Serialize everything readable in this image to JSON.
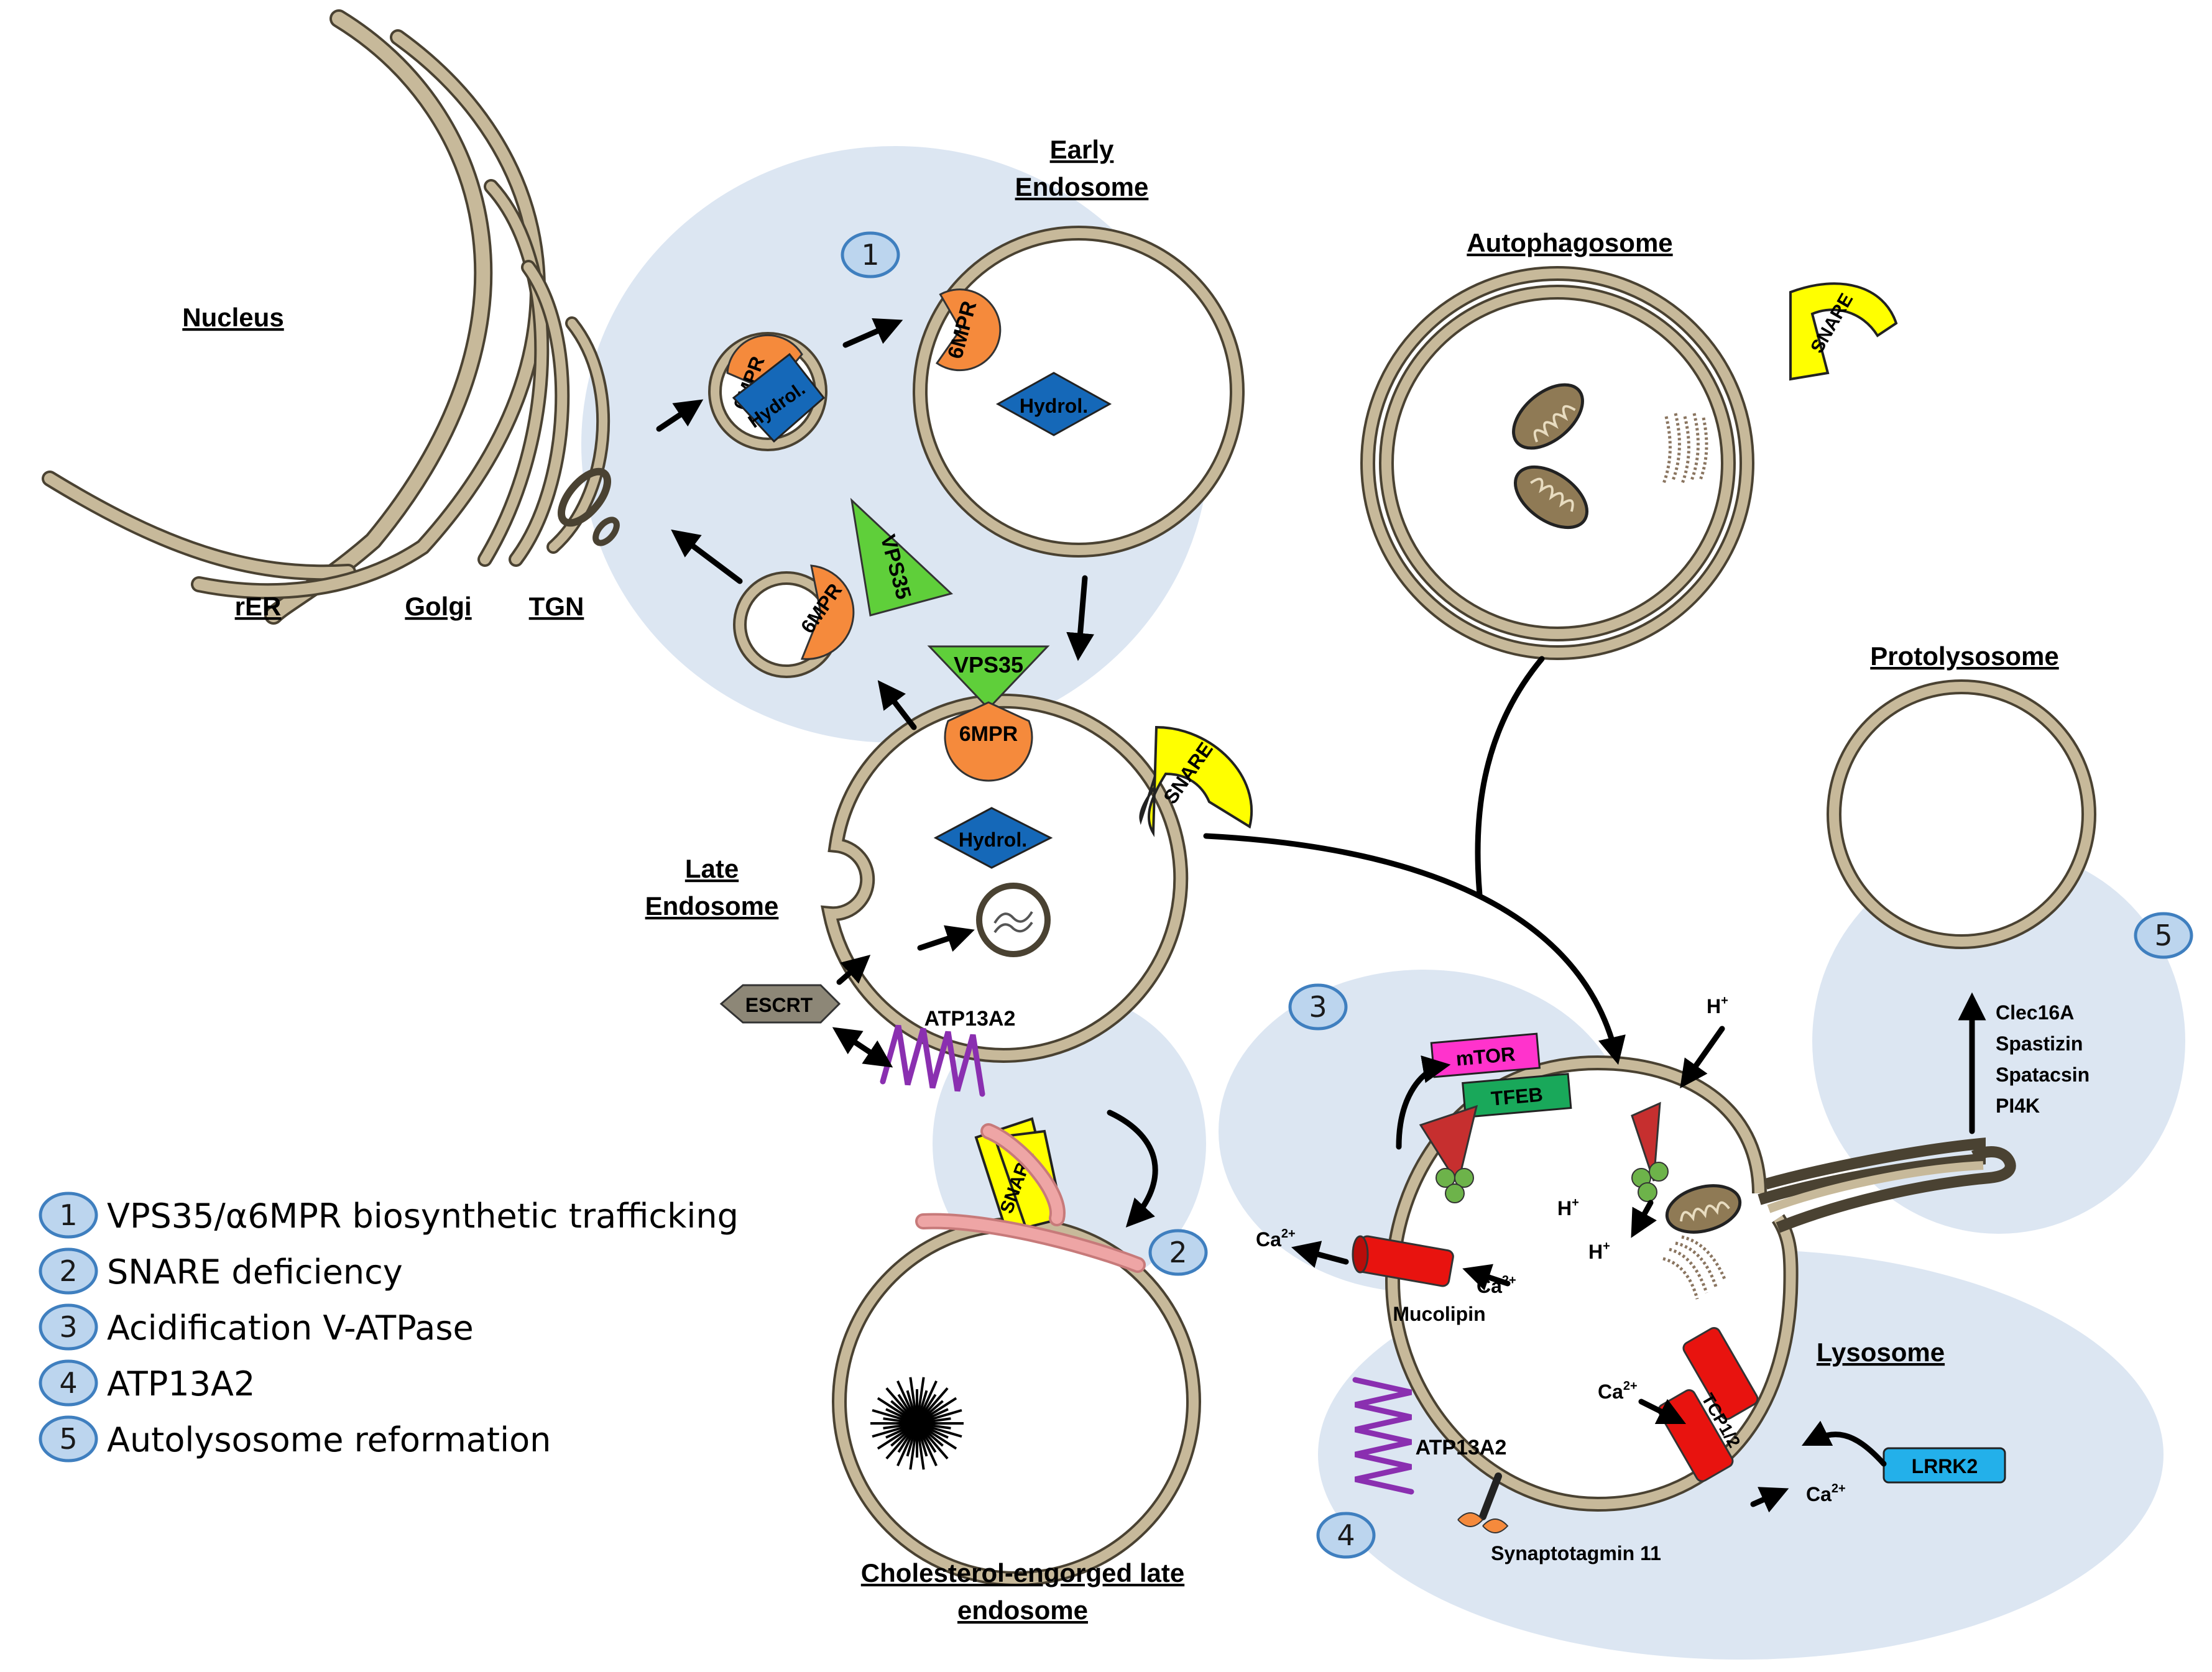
{
  "colors": {
    "membrane": "#c7b99a",
    "membrane_edge": "#4a4232",
    "zone": "#dce6f2",
    "badge_fill": "#bcd5ee",
    "badge_edge": "#3f7fbf",
    "receptor": "#f58a3c",
    "hydrolase": "#1568b8",
    "vps35": "#5fcf3a",
    "snare": "#ffff00",
    "mtor": "#ff33cc",
    "tfeb": "#19a85a",
    "channel": "#e8130f",
    "lrrk2": "#23b0ea",
    "atp13a2": "#8a2fb0",
    "escrt": "#8d8777",
    "vatpase": "#c62f2f",
    "vatpase_sub": "#6db34a"
  },
  "labels": {
    "nucleus": "Nucleus",
    "rer": "rER",
    "golgi": "Golgi",
    "tgn": "TGN",
    "early_endosome_1": "Early",
    "early_endosome_2": "Endosome",
    "late_endosome_1": "Late",
    "late_endosome_2": "Endosome",
    "autophagosome": "Autophagosome",
    "protolysosome": "Protolysosome",
    "lysosome": "Lysosome",
    "cholesterol_1": "Cholesterol-engorged late",
    "cholesterol_2": "endosome"
  },
  "proteins": {
    "mpr": "6MPR",
    "hydrolase": "Hydrol.",
    "vps35": "VPS35",
    "snare": "SNARE",
    "escrt": "ESCRT",
    "atp13a2": "ATP13A2",
    "mtor": "mTOR",
    "tfeb": "TFEB",
    "mucolipin": "Mucolipin",
    "tpc": "TCP1/2",
    "lrrk2": "LRRK2",
    "synaptotagmin": "Synaptotagmin 11",
    "reformation_factors": [
      "Clec16A",
      "Spastizin",
      "Spatacsin",
      "PI4K"
    ]
  },
  "ions": {
    "ca": "Ca",
    "ca_sup": "2+",
    "h": "H",
    "h_sup": "+"
  },
  "legend": [
    {
      "num": "1",
      "text": "VPS35/α6MPR biosynthetic trafficking"
    },
    {
      "num": "2",
      "text": "SNARE deficiency"
    },
    {
      "num": "3",
      "text": "Acidification V-ATPase"
    },
    {
      "num": "4",
      "text": "ATP13A2"
    },
    {
      "num": "5",
      "text": "Autolysosome reformation"
    }
  ]
}
